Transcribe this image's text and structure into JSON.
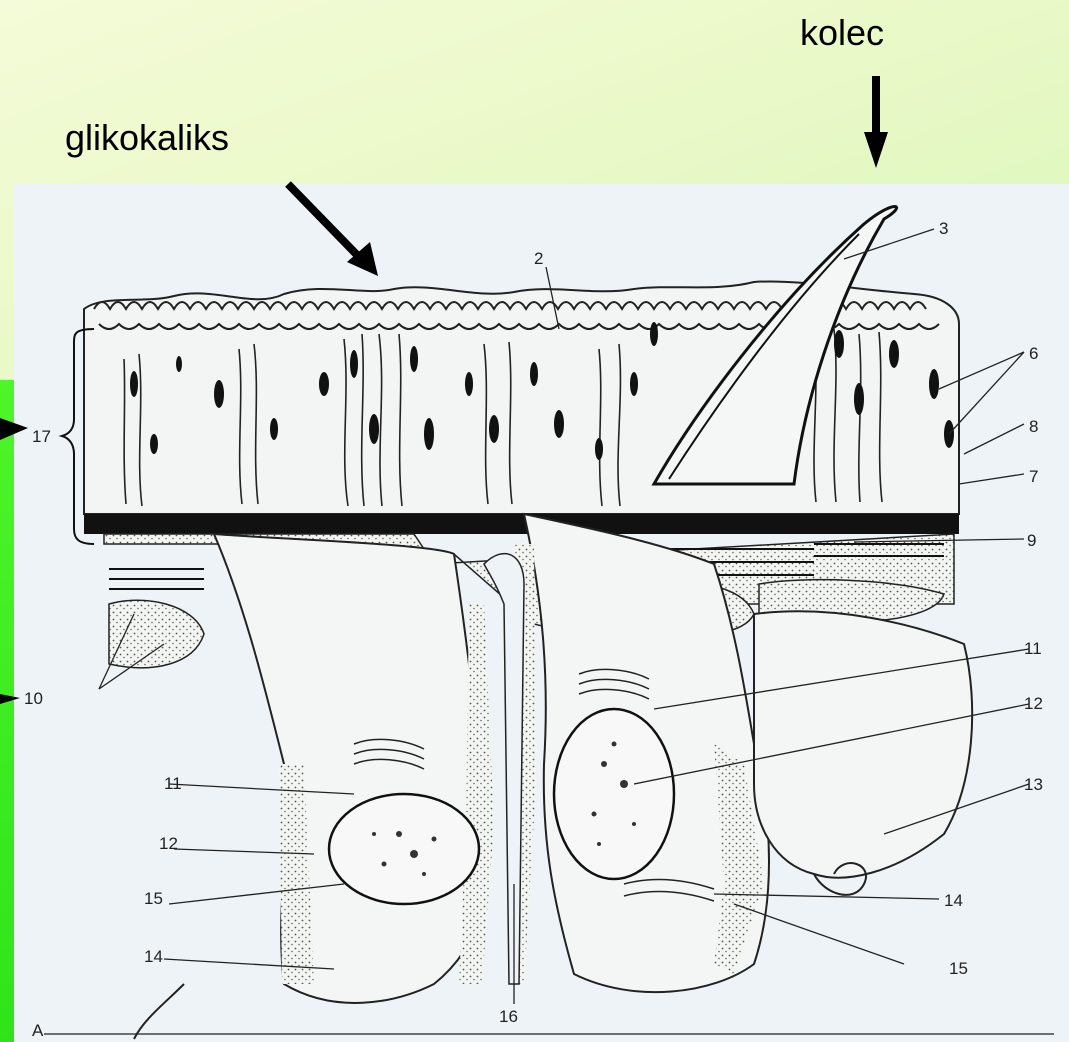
{
  "labels": {
    "kolec": "kolec",
    "glikokaliks": "glikokaliks"
  },
  "figure": {
    "panel_letter": "A",
    "numbers": [
      "2",
      "3",
      "6",
      "8",
      "7",
      "9",
      "11",
      "12",
      "13",
      "14",
      "15",
      "17",
      "10",
      "11",
      "12",
      "15",
      "14",
      "16"
    ]
  },
  "colors": {
    "background_top": "#f4fbd8",
    "background_bottom": "#b3ef94",
    "accent_bar": "#3aeb22",
    "plate": "#eef3f7",
    "ink": "#111111"
  }
}
